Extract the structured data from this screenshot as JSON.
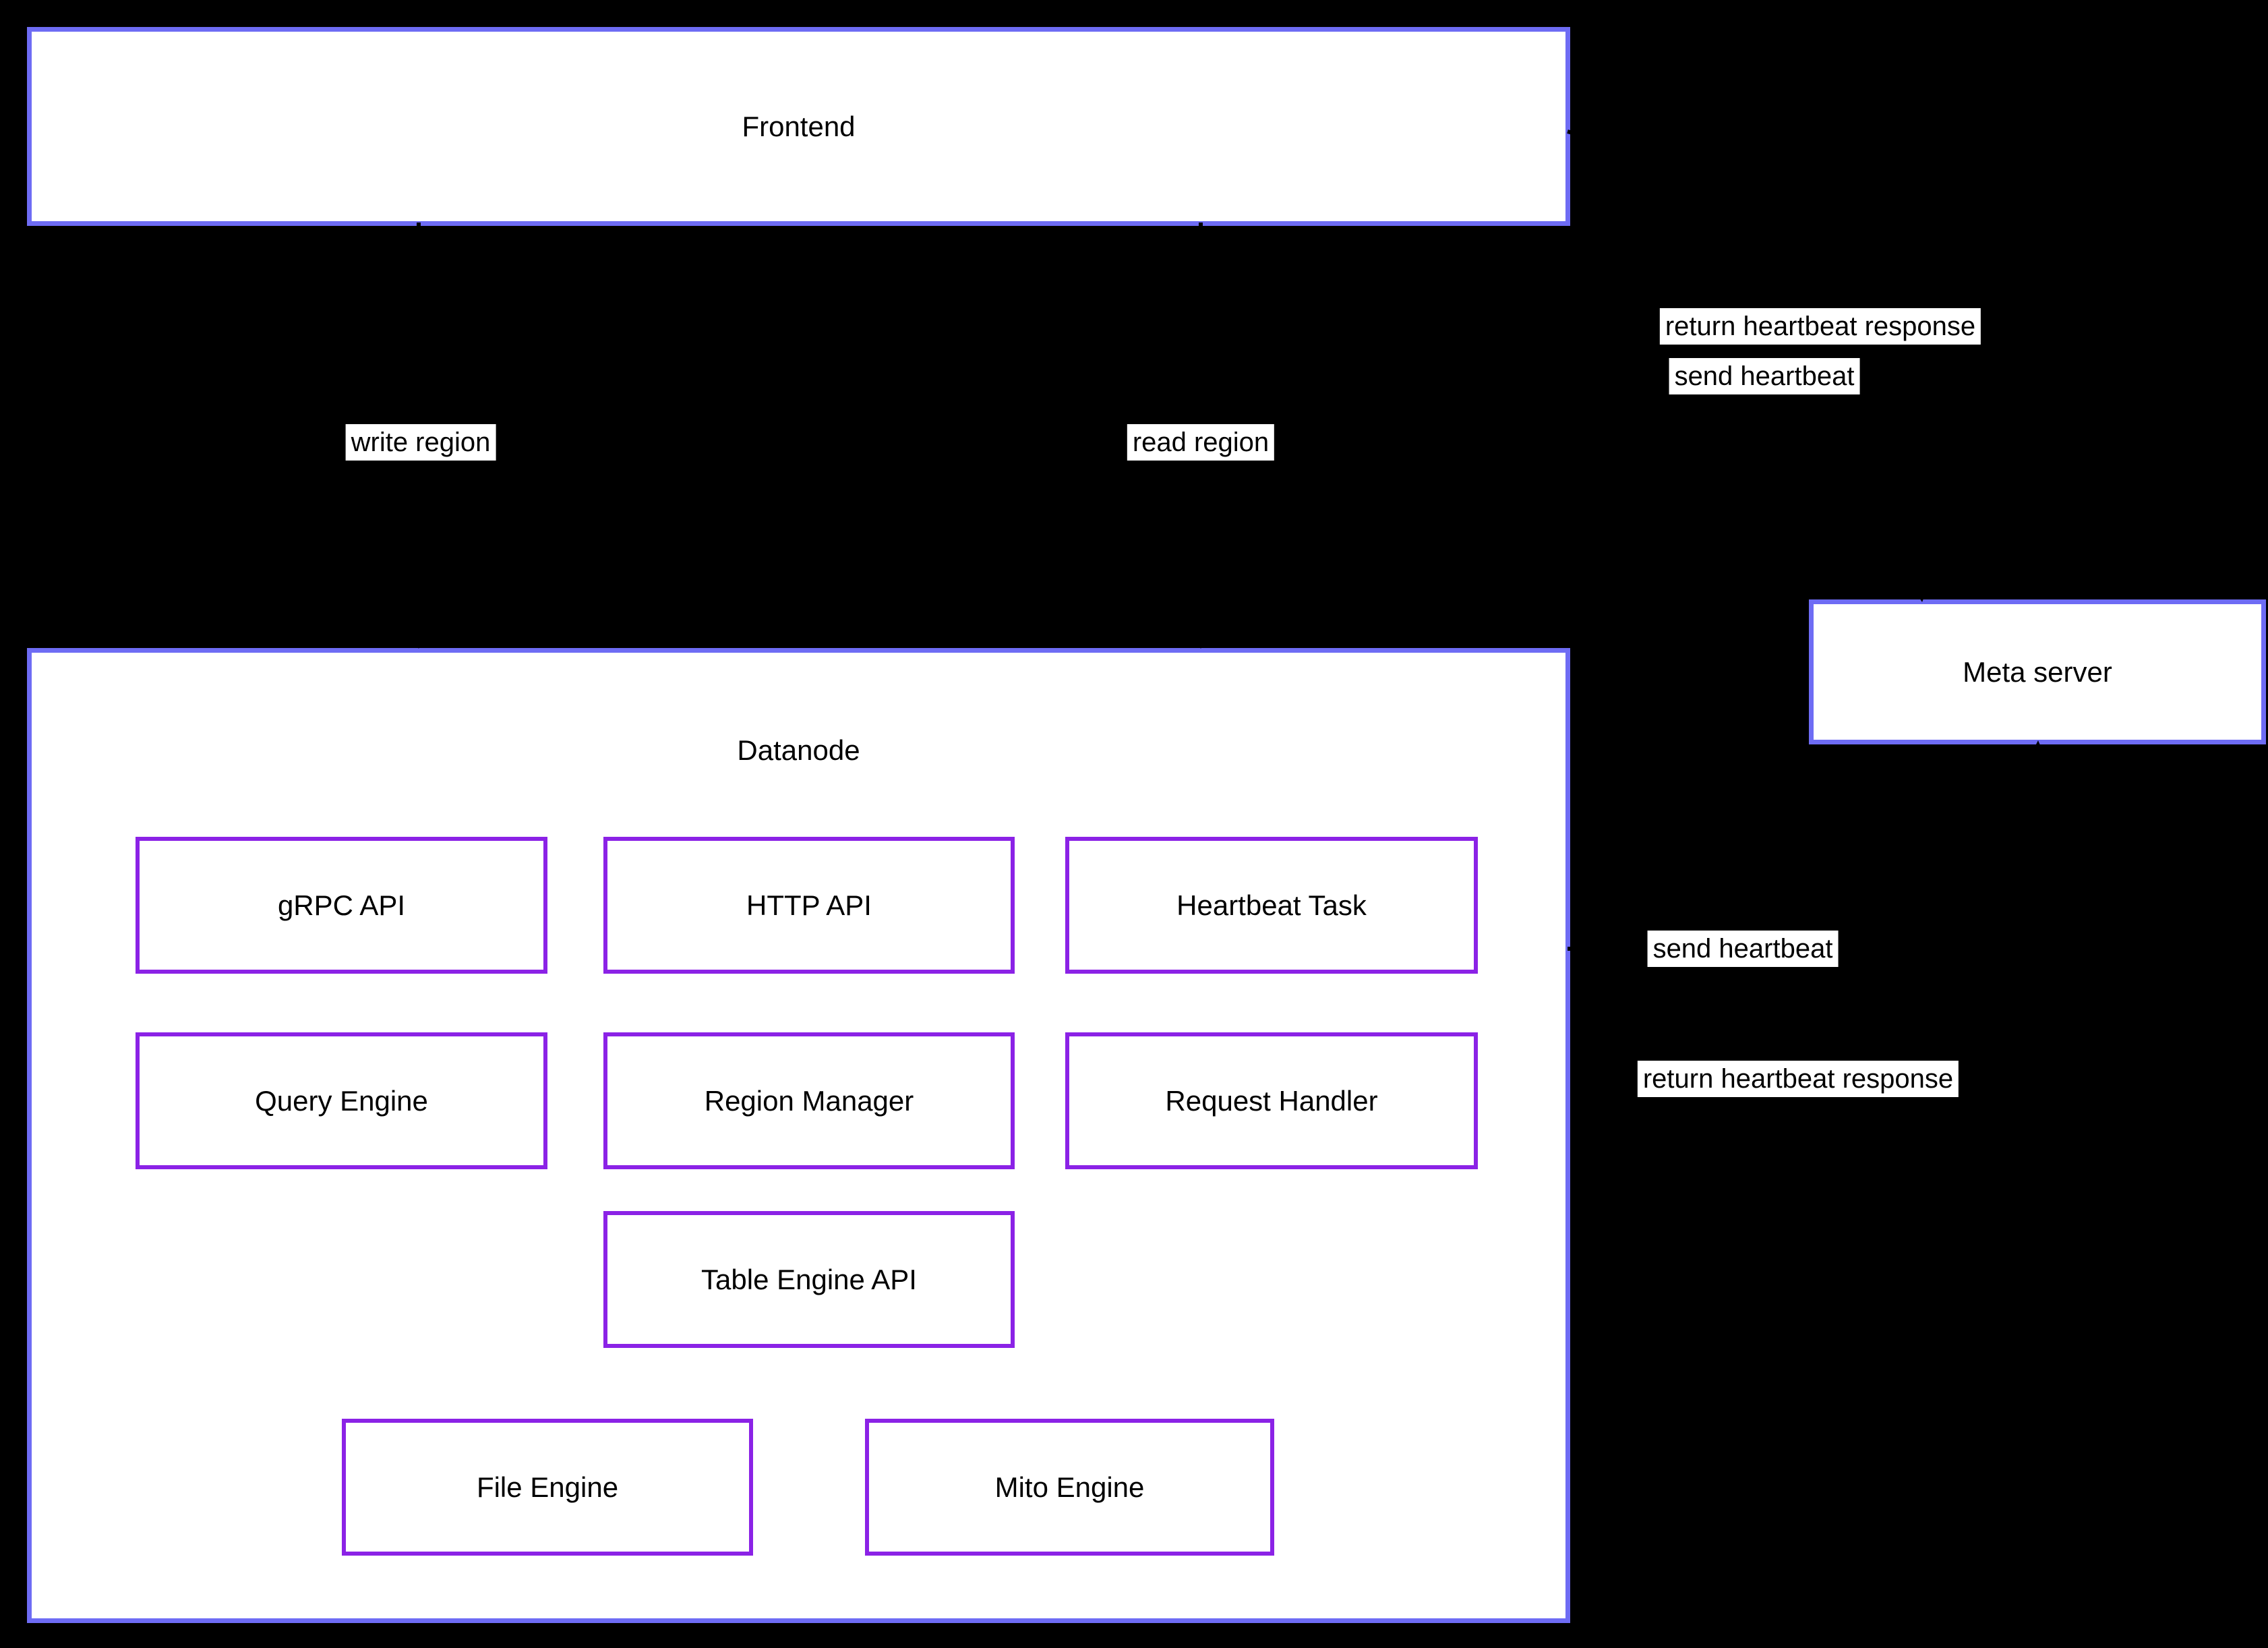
{
  "diagram": {
    "nodes": {
      "frontend": {
        "label": "Frontend"
      },
      "datanode": {
        "label": "Datanode"
      },
      "meta_server": {
        "label": "Meta server"
      }
    },
    "components": {
      "grpc_api": {
        "label": "gRPC API"
      },
      "http_api": {
        "label": "HTTP API"
      },
      "heartbeat_task": {
        "label": "Heartbeat Task"
      },
      "query_engine": {
        "label": "Query Engine"
      },
      "region_manager": {
        "label": "Region Manager"
      },
      "request_handler": {
        "label": "Request Handler"
      },
      "table_engine_api": {
        "label": "Table Engine API"
      },
      "file_engine": {
        "label": "File Engine"
      },
      "mito_engine": {
        "label": "Mito Engine"
      }
    },
    "edge_labels": {
      "write_region": {
        "label": "write region"
      },
      "read_region": {
        "label": "read region"
      },
      "send_heartbeat_frontend": {
        "label": "send heartbeat"
      },
      "return_heartbeat_frontend": {
        "label": "return heartbeat response"
      },
      "send_heartbeat_datanode": {
        "label": "send heartbeat"
      },
      "return_heartbeat_datanode": {
        "label": "return heartbeat response"
      }
    },
    "colors": {
      "background": "#000000",
      "node_fill": "#ffffff",
      "cluster_border": "#6e6cf4",
      "component_border": "#8b22e6",
      "edge_stroke": "#000000",
      "label_background": "#ffffff",
      "text": "#000000"
    }
  }
}
